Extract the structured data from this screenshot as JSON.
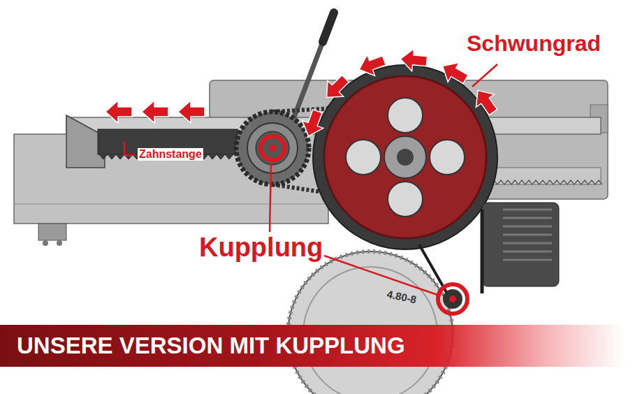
{
  "diagram": {
    "title": "UNSERE VERSION MIT KUPPLUNG",
    "labels": [
      "Schwungrad",
      "Zahnstange",
      "Kupplung",
      "4.80-8"
    ]
  }
}
